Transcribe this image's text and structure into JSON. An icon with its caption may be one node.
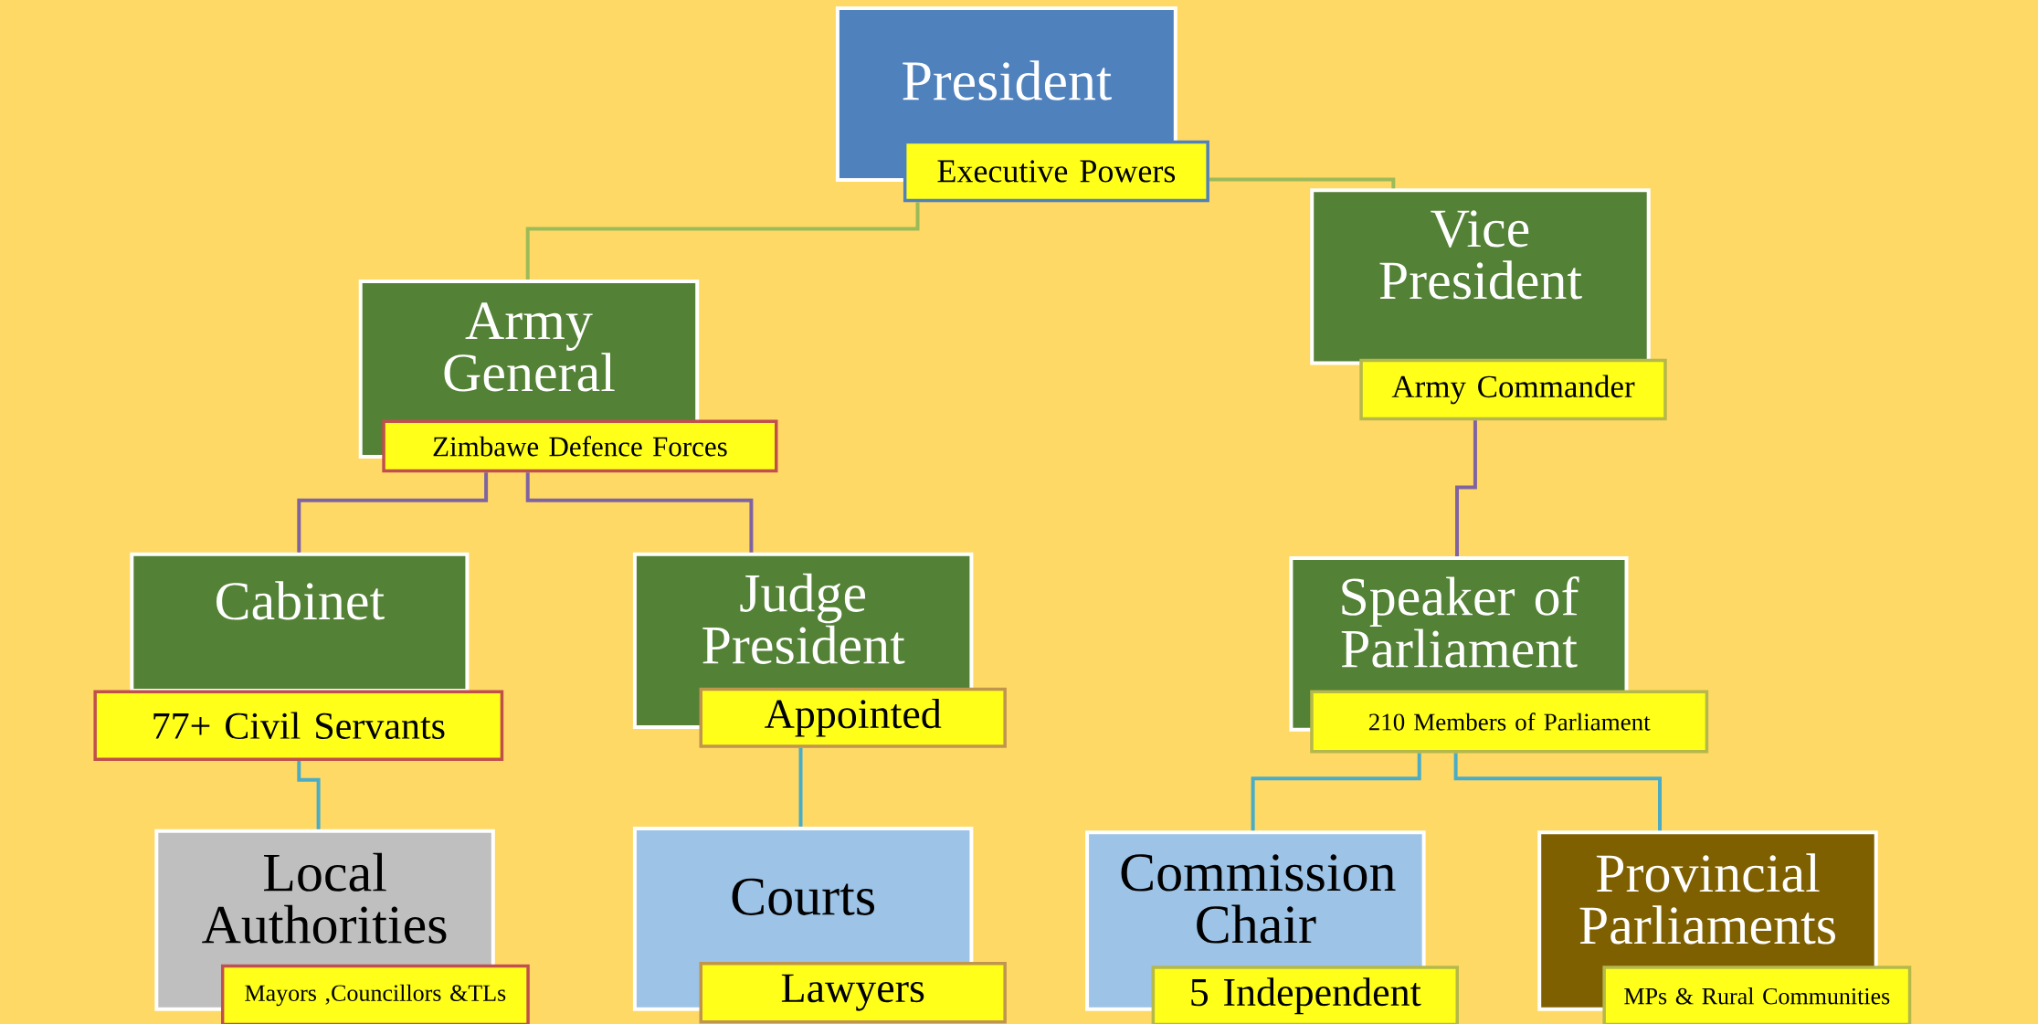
{
  "diagram": {
    "nodes": [
      {
        "text": [
          "President"
        ]
      },
      {
        "text": [
          "Executive Powers"
        ]
      },
      {
        "text": [
          "Army General"
        ]
      },
      {
        "text": [
          "Zimbawe Defence Forces"
        ]
      },
      {
        "text": [
          "Vice President"
        ]
      },
      {
        "text": [
          "Army Commander"
        ]
      },
      {
        "text": [
          "Cabinet"
        ]
      },
      {
        "text": [
          "77+ Civil Servants"
        ]
      },
      {
        "text": [
          "Judge President"
        ]
      },
      {
        "text": [
          "Appointed"
        ]
      },
      {
        "text": [
          "Speaker of Parliament"
        ]
      },
      {
        "text": [
          "210 Members of Parliament"
        ]
      },
      {
        "text": [
          "Local Authorities"
        ]
      },
      {
        "text": [
          "Mayors ,Councillors &TLs"
        ]
      },
      {
        "text": [
          "Courts"
        ]
      },
      {
        "text": [
          "Lawyers"
        ]
      },
      {
        "text": [
          "Commission Chair"
        ]
      },
      {
        "text": [
          "5 Independent"
        ]
      },
      {
        "text": [
          "Provincial Parliaments"
        ]
      },
      {
        "text": [
          "MPs & Rural Communities"
        ]
      }
    ],
    "edges": [
      {
        "from": 1,
        "to": 2,
        "arrow": "none",
        "color": "#9bbb59"
      },
      {
        "from": 1,
        "to": 4,
        "arrow": "none",
        "color": "#9bbb59"
      },
      {
        "from": 3,
        "to": 6,
        "arrow": "none",
        "color": "#8064a2"
      },
      {
        "from": 3,
        "to": 8,
        "arrow": "none",
        "color": "#8064a2"
      },
      {
        "from": 5,
        "to": 10,
        "arrow": "none",
        "color": "#8064a2"
      },
      {
        "from": 7,
        "to": 12,
        "arrow": "none",
        "color": "#4bacc6"
      },
      {
        "from": 9,
        "to": 14,
        "arrow": "none",
        "color": "#4bacc6"
      },
      {
        "from": 11,
        "to": 16,
        "arrow": "none",
        "color": "#4bacc6"
      },
      {
        "from": 11,
        "to": 18,
        "arrow": "none",
        "color": "#4bacc6"
      }
    ]
  }
}
